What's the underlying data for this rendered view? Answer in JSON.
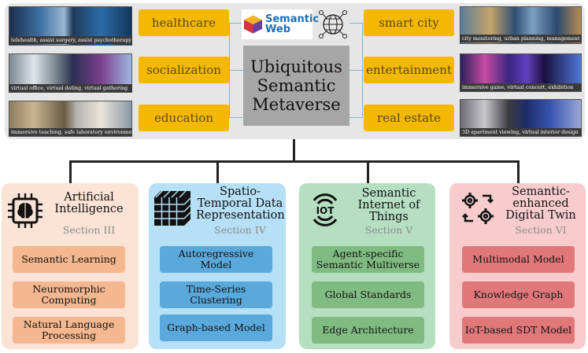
{
  "top": {
    "logo_text": "Semantic Web",
    "center_title": [
      "Ubiquitous",
      "Semantic",
      "Metaverse"
    ],
    "left_apps": [
      {
        "label": "healthcare",
        "caption": "telehealth, assist surgery, assist psychotherapy"
      },
      {
        "label": "socialization",
        "caption": "virtual office, virtual dating, virtual gathering"
      },
      {
        "label": "education",
        "caption": "immersive teaching, safe laboratory environment"
      }
    ],
    "right_apps": [
      {
        "label": "smart city",
        "caption": "city monitoring, urban planning, management"
      },
      {
        "label": "entertainment",
        "caption": "immersive game, virtual concert, exhibition"
      },
      {
        "label": "real estate",
        "caption": "3D apartment viewing, virtual interior design"
      }
    ]
  },
  "sections": [
    {
      "title": [
        "Artificial",
        "Intelligence"
      ],
      "section": "Section III",
      "icon": "ai-chip-brain-icon",
      "items": [
        "Semantic Learning",
        "Neuromorphic Computing",
        "Natural Language Processing"
      ]
    },
    {
      "title": [
        "Spatio-",
        "Temporal Data",
        "Representation"
      ],
      "section": "Section IV",
      "icon": "data-cube-grid-icon",
      "items": [
        "Autoregressive Model",
        "Time-Series Clustering",
        "Graph-based Model"
      ]
    },
    {
      "title": [
        "Semantic",
        "Internet of",
        "Things"
      ],
      "section": "Section V",
      "icon": "iot-broadcast-icon",
      "items": [
        "Agent-specific Semantic Multiverse",
        "Global Standards",
        "Edge Architecture"
      ]
    },
    {
      "title": [
        "Semantic-",
        "enhanced",
        "Digital Twin"
      ],
      "section": "Section VI",
      "icon": "digital-twin-gears-icon",
      "items": [
        "Multimodal Model",
        "Knowledge Graph",
        "IoT-based SDT Model"
      ]
    }
  ],
  "colors": {
    "band": "#e6e6e6",
    "app_box": "#f5b800",
    "center_box": "#a6a6a6",
    "panels": [
      "#fbe3d5",
      "#b5e0f6",
      "#b6dfc2",
      "#f8cccc"
    ],
    "items": [
      "#f4b78f",
      "#5aa9dc",
      "#80bc82",
      "#e0787a"
    ]
  }
}
